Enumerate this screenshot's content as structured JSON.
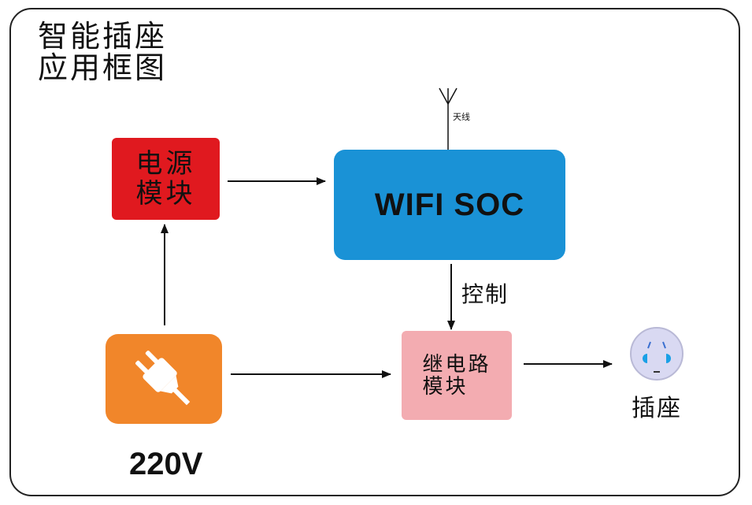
{
  "title": {
    "line1": "智能插座",
    "line2": "应用框图"
  },
  "nodes": {
    "power_module": {
      "line1": "电源",
      "line2": "模块",
      "color": "#e0191f"
    },
    "wifi_soc": {
      "label": "WIFI SOC",
      "color": "#1a92d6"
    },
    "relay_module": {
      "line1": "继电路",
      "line2": "模块",
      "color": "#f3acb1"
    },
    "plug": {
      "color": "#f1862a"
    },
    "socket": {
      "label": "插座",
      "color": "#d9d9f2"
    }
  },
  "labels": {
    "antenna": "天线",
    "control": "控制",
    "voltage": "220V"
  },
  "edges": [
    {
      "from": "plug",
      "to": "power_module"
    },
    {
      "from": "power_module",
      "to": "wifi_soc"
    },
    {
      "from": "wifi_soc",
      "to": "relay_module",
      "label": "控制"
    },
    {
      "from": "plug",
      "to": "relay_module"
    },
    {
      "from": "relay_module",
      "to": "socket"
    }
  ]
}
